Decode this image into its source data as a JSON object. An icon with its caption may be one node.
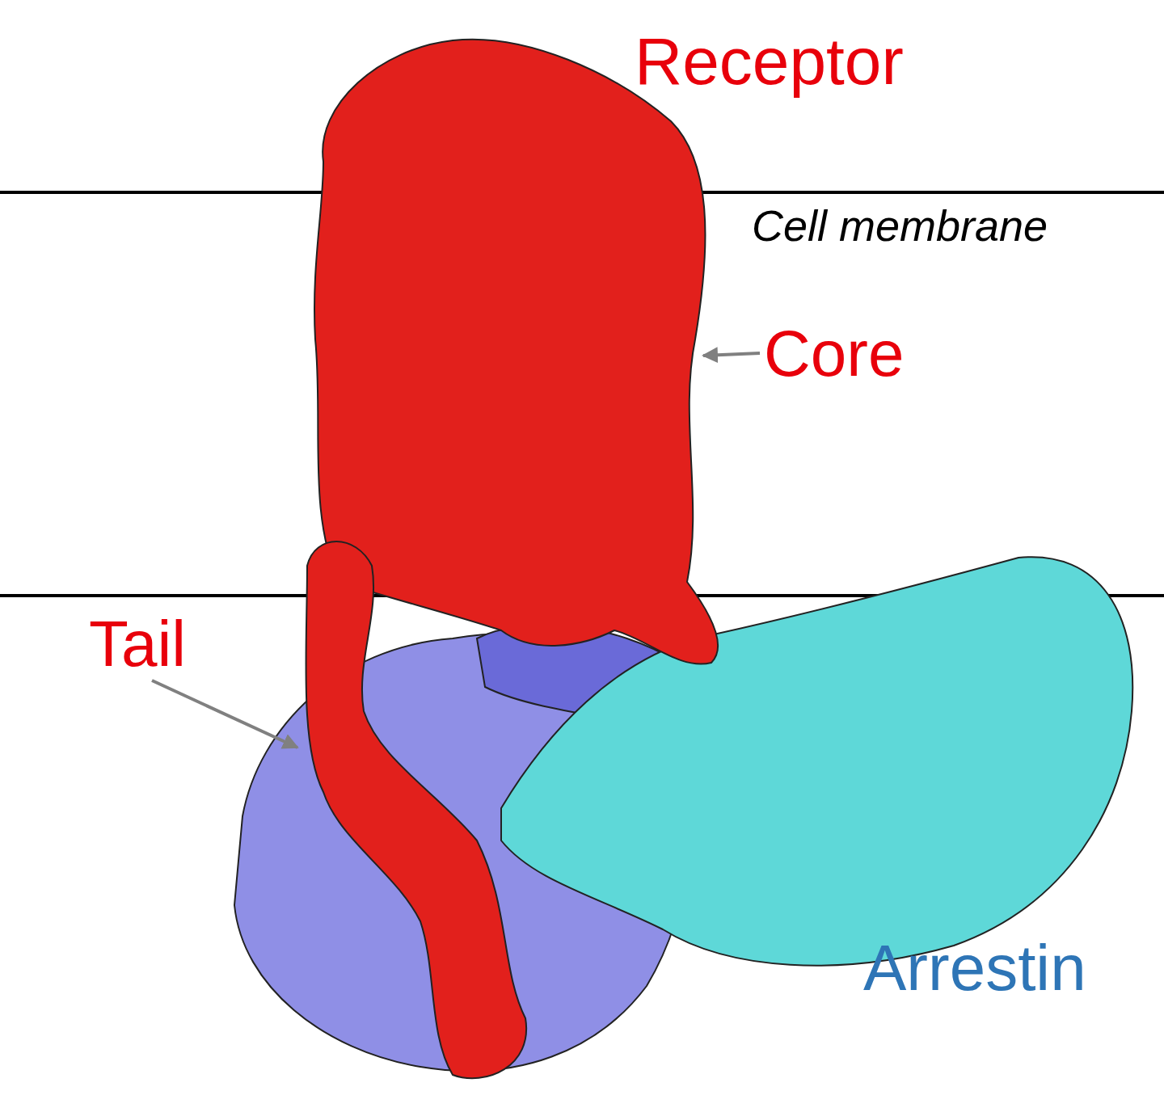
{
  "diagram": {
    "nodes": [
      {
        "text": [
          "Core"
        ]
      },
      {
        "text": [
          "Tail"
        ]
      }
    ],
    "edges": [
      {
        "from": 0,
        "to": null,
        "arrow": "to"
      },
      {
        "from": 1,
        "to": null,
        "arrow": "to"
      }
    ],
    "labels": [
      "Receptor",
      "Cell membrane",
      "Arrestin"
    ]
  }
}
